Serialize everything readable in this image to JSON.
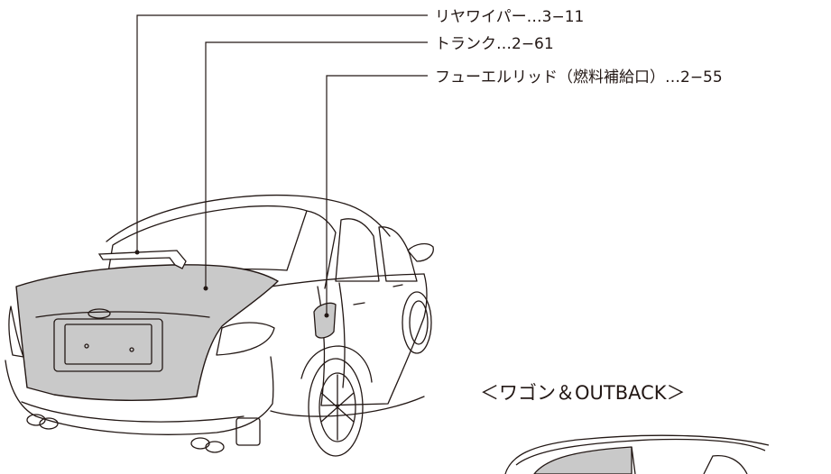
{
  "callouts": {
    "rear_wiper": "リヤワイパー…3−11",
    "trunk": "トランク…2−61",
    "fuel_lid": "フューエルリッド（燃料補給口）…2−55"
  },
  "variant_heading": "＜ワゴン＆OUTBACK＞",
  "colors": {
    "line": "#231815",
    "highlight_fill": "#c9c9c9",
    "background": "#ffffff"
  }
}
